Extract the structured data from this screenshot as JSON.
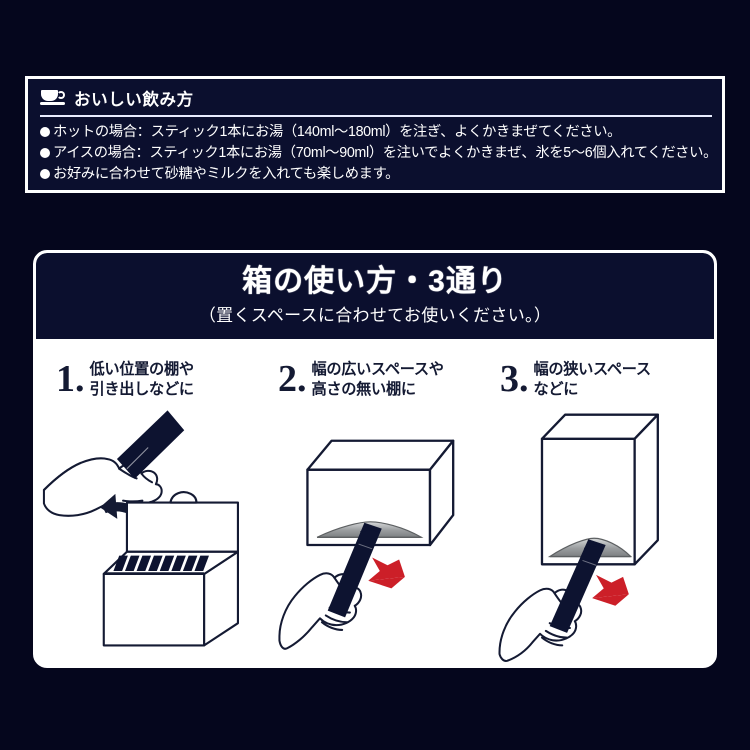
{
  "colors": {
    "background": "#05061d",
    "panel_navy": "#0b0f2e",
    "border_white": "#ffffff",
    "ink": "#141a33",
    "arrow_red": "#cc1f28",
    "slot_grey": "#9a9d9f"
  },
  "top_panel": {
    "icon": "coffee-cup-icon",
    "title": "おいしい飲み方",
    "bullets": [
      "ホットの場合：スティック1本にお湯（140ml〜180ml）を注ぎ、よくかきまぜてください。",
      "アイスの場合：スティック1本にお湯（70ml〜90ml）を注いでよくかきまぜ、氷を5〜6個入れてください。",
      "お好みに合わせて砂糖やミルクを入れても楽しめます。"
    ]
  },
  "bottom_panel": {
    "title": "箱の使い方・3通り",
    "subtitle": "（置くスペースに合わせてお使いください。）",
    "steps": [
      {
        "number": "1.",
        "line1": "低い位置の棚や",
        "line2": "引き出しなどに",
        "illustration": "open-box-top-with-hand-holding-stick"
      },
      {
        "number": "2.",
        "line1": "幅の広いスペースや",
        "line2": "高さの無い棚に",
        "illustration": "wide-box-front-slot-with-hand-pulling-stick"
      },
      {
        "number": "3.",
        "line1": "幅の狭いスペース",
        "line2": "などに",
        "illustration": "tall-box-front-slot-with-hand-pulling-stick"
      }
    ]
  }
}
